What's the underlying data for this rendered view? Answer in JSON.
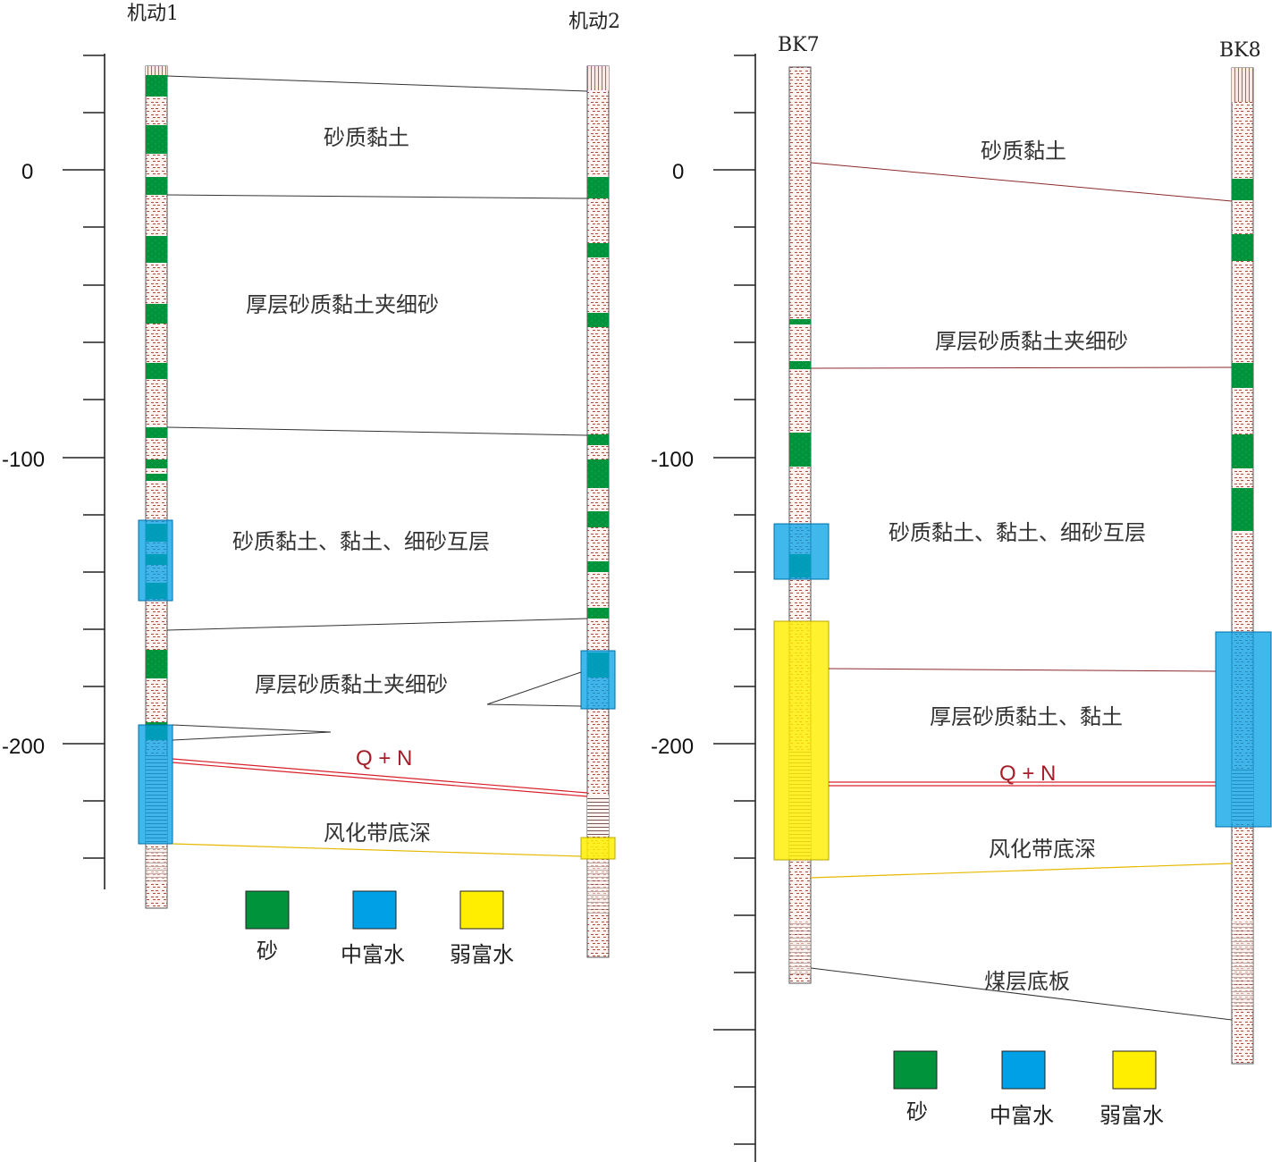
{
  "colors": {
    "sand": "#00933c",
    "medium_water": "#00a0e6",
    "weak_water": "#ffee00",
    "clay_bg": "#fff4f2",
    "clay_mark": "#b04a3a",
    "qn_line": "#d8202a",
    "weathering_line": "#e6b800"
  },
  "left": {
    "title_a": "机动1",
    "title_b": "机动2",
    "axis": [
      "0",
      "-100",
      "-200"
    ],
    "layers": [
      "砂质黏土",
      "厚层砂质黏土夹细砂",
      "砂质黏土、黏土、细砂互层",
      "厚层砂质黏土夹细砂"
    ],
    "qn": "Q + N",
    "weathering": "风化带底深"
  },
  "right": {
    "title_a": "BK7",
    "title_b": "BK8",
    "axis": [
      "0",
      "-100",
      "-200"
    ],
    "layers": [
      "砂质黏土",
      "厚层砂质黏土夹细砂",
      "砂质黏土、黏土、细砂互层",
      "厚层砂质黏土、黏土"
    ],
    "qn": "Q + N",
    "weathering": "风化带底深",
    "coal_floor": "煤层底板"
  },
  "legend": {
    "sand": "砂",
    "medium": "中富水",
    "weak": "弱富水"
  }
}
